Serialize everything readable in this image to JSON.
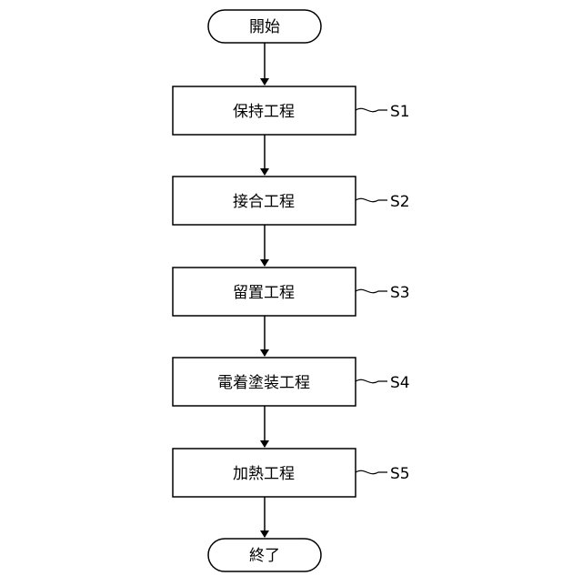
{
  "flowchart": {
    "start": "開始",
    "end": "終了",
    "steps": [
      {
        "label": "保持工程",
        "id": "S1"
      },
      {
        "label": "接合工程",
        "id": "S2"
      },
      {
        "label": "留置工程",
        "id": "S3"
      },
      {
        "label": "電着塗装工程",
        "id": "S4"
      },
      {
        "label": "加熱工程",
        "id": "S5"
      }
    ]
  }
}
